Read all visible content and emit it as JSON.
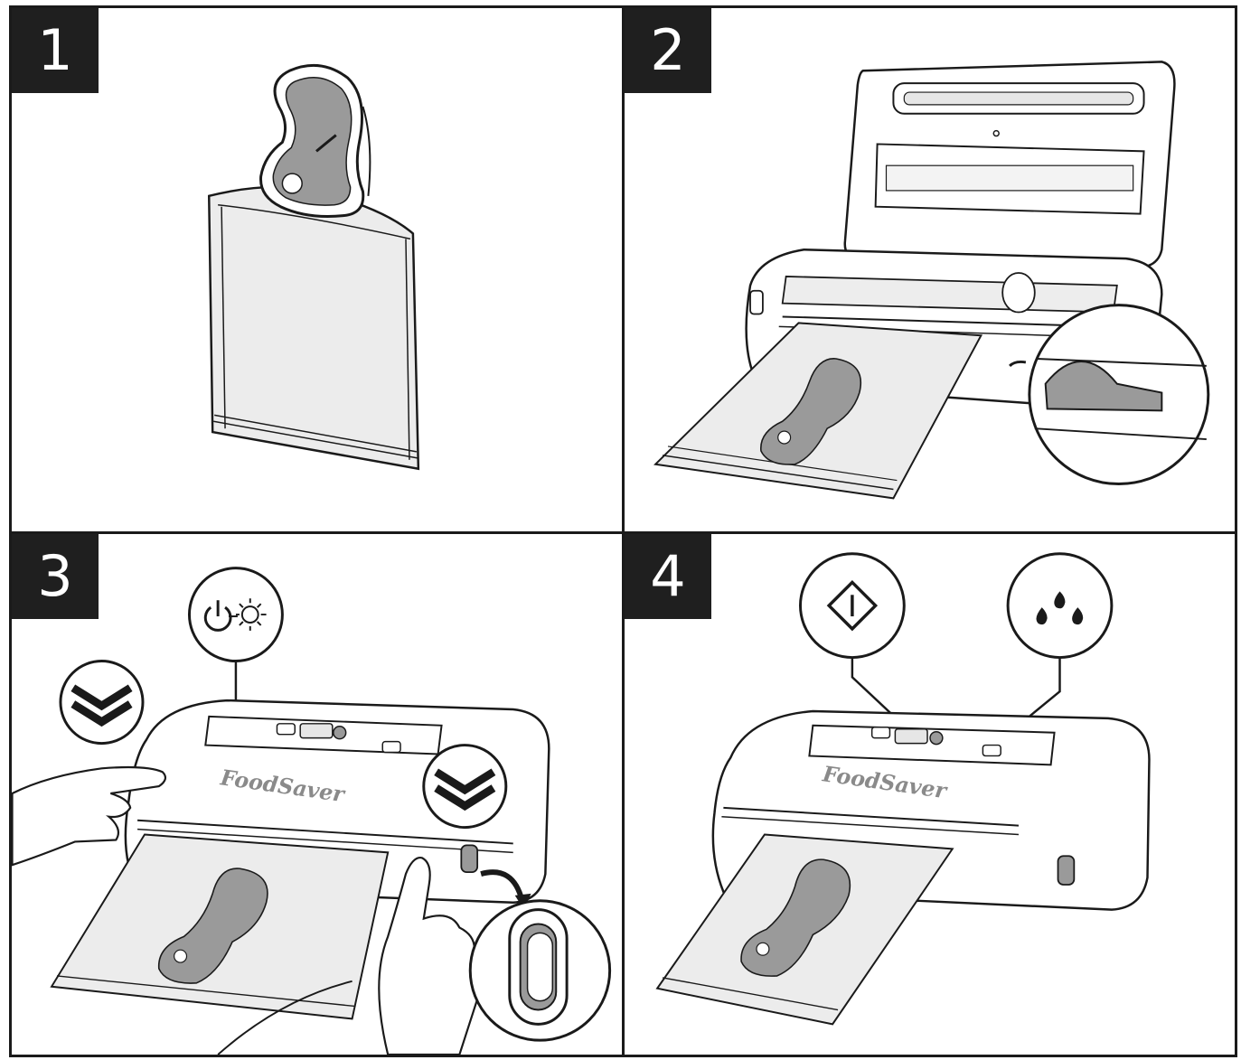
{
  "steps": [
    {
      "number": "1"
    },
    {
      "number": "2"
    },
    {
      "number": "3"
    },
    {
      "number": "4"
    }
  ],
  "brand_text": "FoodSaver",
  "colors": {
    "line": "#1a1a1a",
    "food": "#9a9a9a",
    "bag": "#e6e6e6",
    "badge": "#1f1f1f"
  },
  "icons": {
    "step1": [
      "steak-icon",
      "vacuum-bag-icon"
    ],
    "step2": [
      "open-vacuum-sealer-icon",
      "bag-in-channel-zoom-icon"
    ],
    "step3": [
      "power-light-icon",
      "chevron-down-double-icon",
      "latch-zoom-icon",
      "hand-icon"
    ],
    "step4": [
      "vacuum-seal-diamond-icon",
      "moist-drops-icon"
    ]
  }
}
